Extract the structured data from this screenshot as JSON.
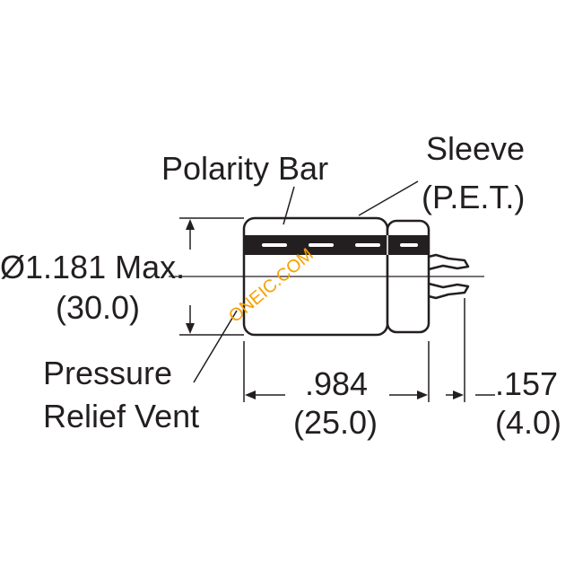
{
  "labels": {
    "sleeve": "Sleeve",
    "sleeve_material": "(P.E.T.)",
    "polarity_bar": "Polarity Bar",
    "diameter": "Ø1.181 Max.",
    "diameter_mm": "(30.0)",
    "pressure": "Pressure",
    "relief_vent": "Relief Vent",
    "length": ".984",
    "length_mm": "(25.0)",
    "lead_spacing": ".157",
    "lead_spacing_mm": "(4.0)"
  },
  "watermark": "ONEIC.COM",
  "colors": {
    "ink": "#231f20",
    "body_fill": "#ffffff",
    "polarity_band": "#231f20",
    "watermark": "#f5a100"
  }
}
